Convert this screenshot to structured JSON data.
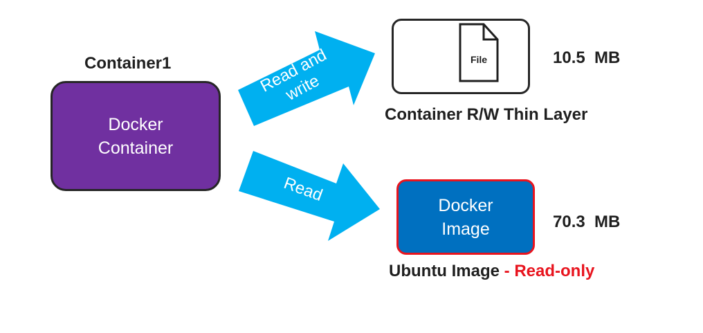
{
  "container": {
    "title": "Container1",
    "box_line1": "Docker",
    "box_line2": "Container"
  },
  "arrows": {
    "read_write_line1": "Read and",
    "read_write_line2": "write",
    "read": "Read"
  },
  "thin_layer": {
    "file_label": "File",
    "size": "10.5  MB",
    "caption": "Container R/W Thin Layer"
  },
  "image_layer": {
    "box_line1": "Docker",
    "box_line2": "Image",
    "size": "70.3  MB",
    "caption_name": "Ubuntu Image",
    "caption_mode": " - Read-only"
  },
  "colors": {
    "container_fill": "#7030a0",
    "arrow_fill": "#00b0f0",
    "image_fill": "#0070c0",
    "image_border": "#e8141e",
    "read_only_text": "#e8141e"
  },
  "icons": {
    "file": "file-icon"
  }
}
